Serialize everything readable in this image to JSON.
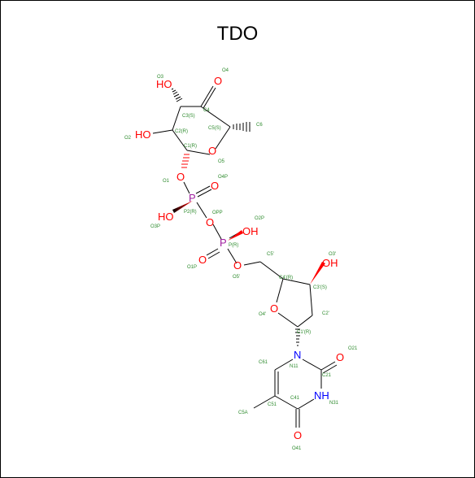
{
  "title": "TDO",
  "colors": {
    "oxygen": "#ff0000",
    "nitrogen": "#0000ff",
    "phosphorus": "#a020a0",
    "label": "#2e8b2e",
    "bond": "#000000"
  },
  "atoms": {
    "o3": "HO",
    "o4": "O",
    "o2": "HO",
    "o5": "O",
    "o1": "O",
    "p2": "P",
    "o4p": "O",
    "o3p": "HO",
    "opp": "O",
    "p": "P",
    "o2p": "OH",
    "o1p": "O",
    "o5p": "O",
    "o3p_sugar": "OH",
    "o4p_ring": "O",
    "n1": "N",
    "n3": "NH",
    "o2_base": "O",
    "o4_base": "O"
  },
  "labels": {
    "O3": "O3",
    "O4": "O4",
    "C3S": "C3(S)",
    "C4": "C4",
    "O2": "O2",
    "C2R": "C2(R)",
    "C5S": "C5(S)",
    "C6": "C6",
    "C1R": "C1(R)",
    "O5": "O5",
    "O1": "O1",
    "O4P": "O4P",
    "P2R": "P2(R)",
    "OPP": "OPP",
    "O3P": "O3P",
    "O2P": "O2P",
    "PR": "P(R)",
    "C5p": "C5'",
    "O3p": "O3'",
    "C4R": "C4'(R)",
    "O1P": "O1P",
    "O5p": "O5'",
    "C3Sp": "C3'(S)",
    "O4p": "O4'",
    "C2p": "C2'",
    "C1Rp": "C1'(R)",
    "O21": "O21",
    "C61": "C61",
    "N11": "N11",
    "C21": "C21",
    "C41": "C41",
    "N31": "N31",
    "C5A": "C5A",
    "C51": "C51",
    "O41": "O41"
  }
}
